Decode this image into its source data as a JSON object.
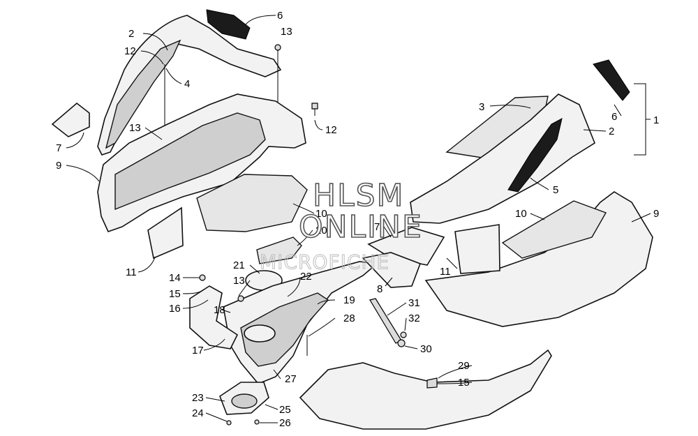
{
  "watermark": {
    "line1": "HLSM",
    "line2": "ONLINE",
    "line3": "MICROFICHE"
  },
  "bracket_label": "1",
  "callouts": [
    {
      "id": "c2a",
      "label": "2"
    },
    {
      "id": "c12a",
      "label": "12"
    },
    {
      "id": "c6a",
      "label": "6"
    },
    {
      "id": "c13a",
      "label": "13"
    },
    {
      "id": "c4",
      "label": "4"
    },
    {
      "id": "c13b",
      "label": "13"
    },
    {
      "id": "c12b",
      "label": "12"
    },
    {
      "id": "c7a",
      "label": "7"
    },
    {
      "id": "c9a",
      "label": "9"
    },
    {
      "id": "c10a",
      "label": "10"
    },
    {
      "id": "c20",
      "label": "20"
    },
    {
      "id": "c11a",
      "label": "11"
    },
    {
      "id": "c21",
      "label": "21"
    },
    {
      "id": "c14",
      "label": "14"
    },
    {
      "id": "c13c",
      "label": "13"
    },
    {
      "id": "c22",
      "label": "22"
    },
    {
      "id": "c15a",
      "label": "15"
    },
    {
      "id": "c16",
      "label": "16"
    },
    {
      "id": "c18",
      "label": "18"
    },
    {
      "id": "c19",
      "label": "19"
    },
    {
      "id": "c28",
      "label": "28"
    },
    {
      "id": "c17",
      "label": "17"
    },
    {
      "id": "c27",
      "label": "27"
    },
    {
      "id": "c23",
      "label": "23"
    },
    {
      "id": "c24",
      "label": "24"
    },
    {
      "id": "c25",
      "label": "25"
    },
    {
      "id": "c26",
      "label": "26"
    },
    {
      "id": "c3",
      "label": "3"
    },
    {
      "id": "c6b",
      "label": "6"
    },
    {
      "id": "c2b",
      "label": "2"
    },
    {
      "id": "c5",
      "label": "5"
    },
    {
      "id": "c10b",
      "label": "10"
    },
    {
      "id": "c9b",
      "label": "9"
    },
    {
      "id": "c7b",
      "label": "7"
    },
    {
      "id": "c8",
      "label": "8"
    },
    {
      "id": "c11b",
      "label": "11"
    },
    {
      "id": "c31",
      "label": "31"
    },
    {
      "id": "c32",
      "label": "32"
    },
    {
      "id": "c30",
      "label": "30"
    },
    {
      "id": "c29",
      "label": "29"
    },
    {
      "id": "c15b",
      "label": "15"
    }
  ]
}
